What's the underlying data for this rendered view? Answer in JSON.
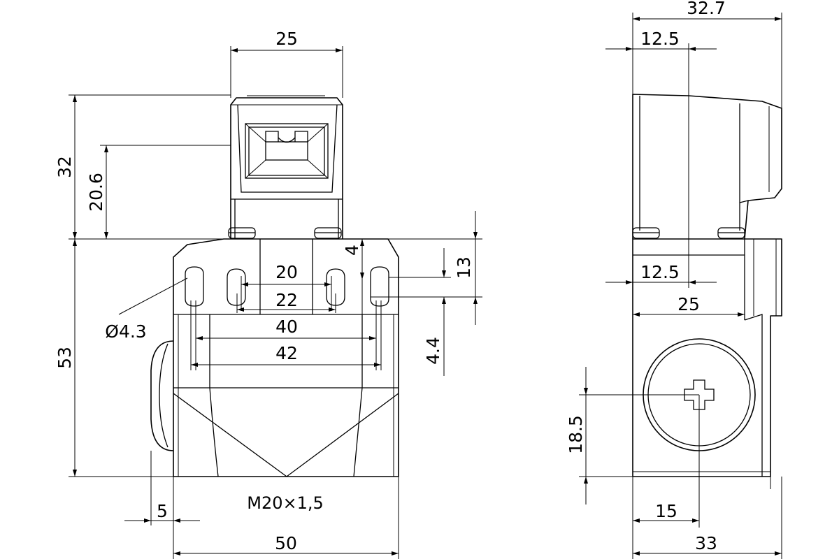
{
  "front_view": {
    "dims": {
      "actuator_width": "25",
      "actuator_height_total": "32",
      "actuator_height_partial": "20.6",
      "body_height": "53",
      "slot_pitch_inner": "20",
      "slot_pitch_inner2": "22",
      "slot_pitch_outer": "40",
      "slot_pitch_outer2": "42",
      "slot_depth": "4",
      "slot_offset_top": "13",
      "slot_offset_side": "4.4",
      "hole_diameter": "Ø4.3",
      "gland_offset": "5",
      "body_width": "50"
    },
    "thread_label": "M20×1,5"
  },
  "side_view": {
    "dims": {
      "overall_width": "32.7",
      "axis_offset_top": "12.5",
      "axis_offset_mid": "12.5",
      "body_width": "25",
      "button_height": "18.5",
      "button_offset": "15",
      "base_width": "33"
    }
  },
  "colors": {
    "ink": "#000000",
    "paper": "#ffffff"
  }
}
